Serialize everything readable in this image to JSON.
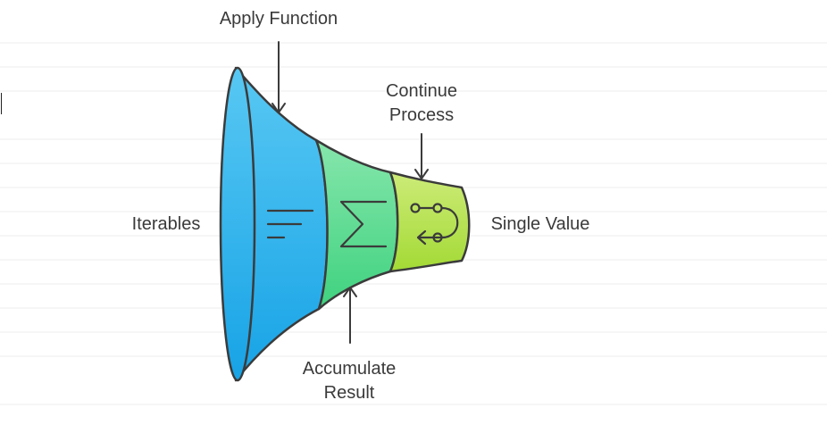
{
  "labels": {
    "apply_function": "Apply Function",
    "continue_process_line1": "Continue",
    "continue_process_line2": "Process",
    "iterables": "Iterables",
    "single_value": "Single Value",
    "accumulate_result_line1": "Accumulate",
    "accumulate_result_line2": "Result"
  },
  "stages": [
    {
      "name": "iterables",
      "icon": "lines-icon",
      "color_top": "#4ec3f2",
      "color_bottom": "#1ea8e8"
    },
    {
      "name": "accumulate",
      "icon": "sigma-icon",
      "color_top": "#7be3a4",
      "color_bottom": "#47d483"
    },
    {
      "name": "continue",
      "icon": "loop-icon",
      "color_top": "#c7e96b",
      "color_bottom": "#a6dc3a"
    }
  ],
  "colors": {
    "outline": "#3b3b3b",
    "text": "#3a3a3a",
    "grid": "#ececec"
  }
}
